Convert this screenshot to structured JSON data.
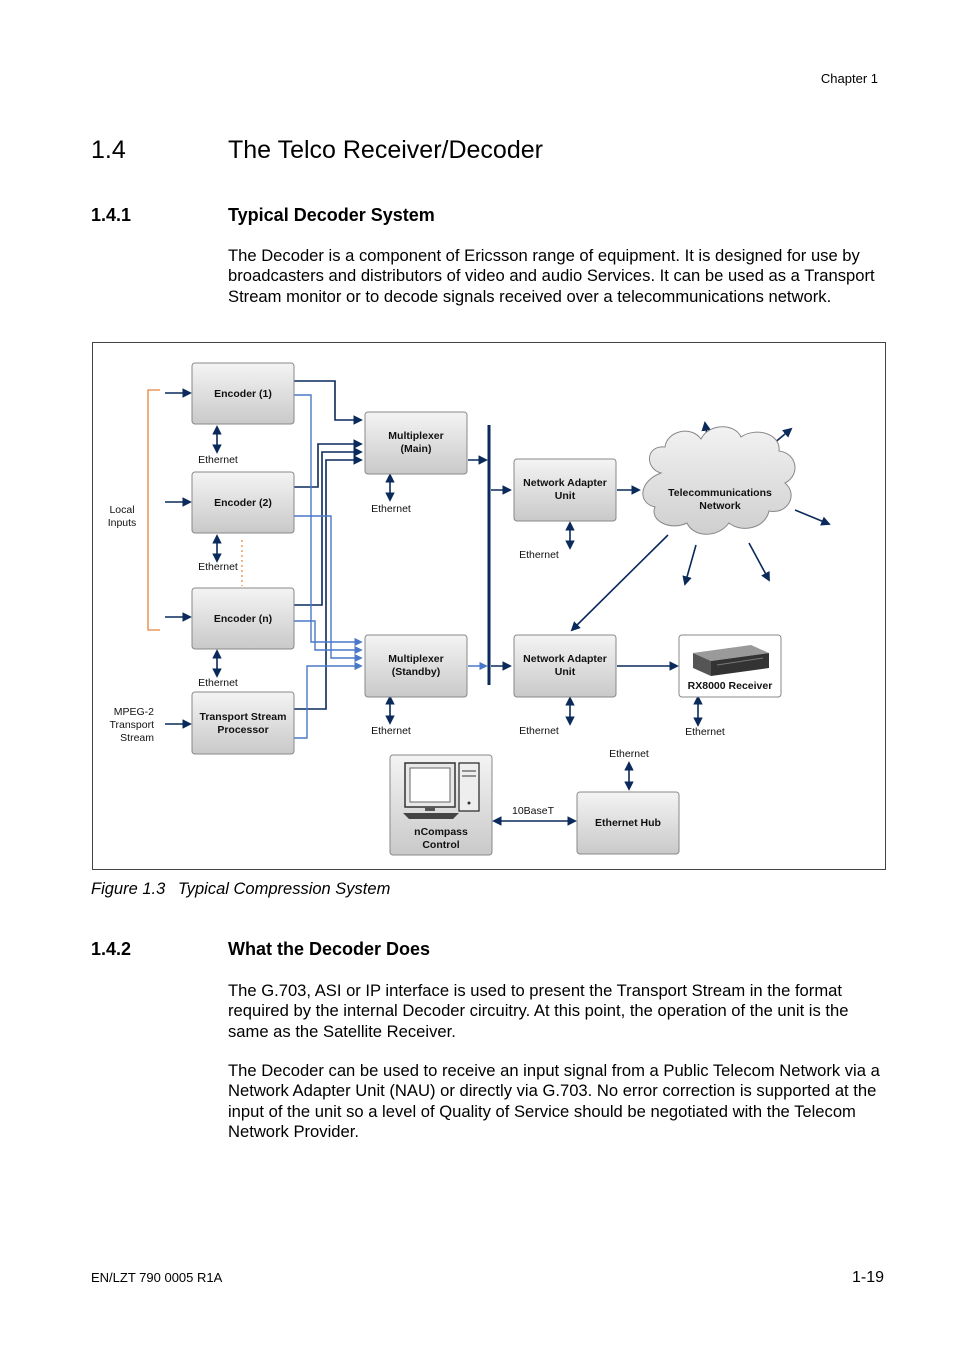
{
  "header": {
    "chapter": "Chapter 1"
  },
  "section": {
    "number": "1.4",
    "title": "The Telco Receiver/Decoder"
  },
  "sub1": {
    "number": "1.4.1",
    "title": "Typical Decoder System",
    "para": "The Decoder is a component of Ericsson range of equipment. It is designed for use by broadcasters and distributors of video and audio Services. It can be used as a Transport Stream monitor or to decode signals received over a telecommunications network."
  },
  "figure": {
    "caption_label": "Figure 1.3",
    "caption_text": "Typical Compression System",
    "boxes": {
      "enc1": "Encoder (1)",
      "enc2": "Encoder (2)",
      "encn": "Encoder (n)",
      "tsp1": "Transport Stream",
      "tsp2": "Processor",
      "muxm1": "Multiplexer",
      "muxm2": "(Main)",
      "muxs1": "Multiplexer",
      "muxs2": "(Standby)",
      "nau1a": "Network Adapter",
      "nau1b": "Unit",
      "nau2a": "Network Adapter",
      "nau2b": "Unit",
      "tel1": "Telecommunications",
      "tel2": "Network",
      "rx": "RX8000 Receiver",
      "hub": "Ethernet Hub",
      "nc1": "nCompass",
      "nc2": "Control"
    },
    "labels": {
      "ethernet": "Ethernet",
      "local1": "Local",
      "local2": "Inputs",
      "mpeg1": "MPEG-2",
      "mpeg2": "Transport",
      "mpeg3": "Stream",
      "tenbase": "10BaseT"
    },
    "colors": {
      "navy": "#0a2a5c",
      "blue": "#4a78c8",
      "orange": "#e8843a"
    }
  },
  "sub2": {
    "number": "1.4.2",
    "title": "What the Decoder Does",
    "para1": "The G.703, ASI or IP interface is used to present the Transport Stream in the format required by the internal Decoder circuitry. At this point, the operation of the unit is the same as the Satellite Receiver.",
    "para2": "The Decoder can be used to receive an input signal from a Public Telecom Network via a Network Adapter Unit (NAU) or directly via G.703. No error correction is supported at the input of the unit so a level of Quality of Service should be negotiated with the Telecom Network Provider."
  },
  "footer": {
    "doc_id": "EN/LZT 790 0005 R1A",
    "page": "1-19"
  }
}
